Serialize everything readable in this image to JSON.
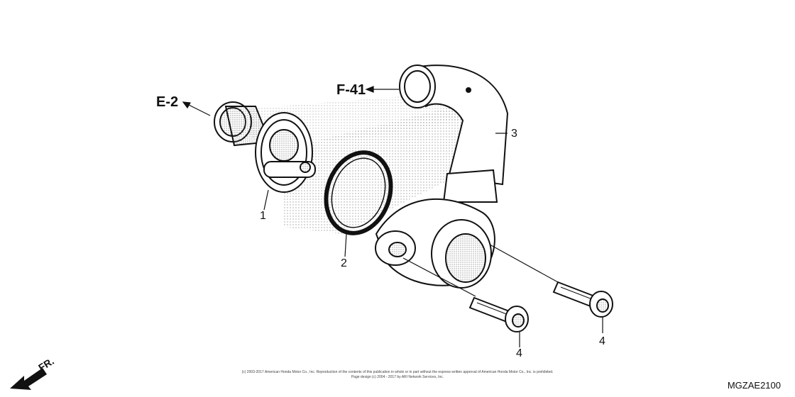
{
  "diagram": {
    "ref_e2": "E-2",
    "ref_f41": "F-41",
    "fr_label": "FR.",
    "callouts": {
      "thermostat": "1",
      "o_ring": "2",
      "hose": "3",
      "bolt_a": "4",
      "bolt_b": "4"
    },
    "copyright_line1": "(c) 2003-2017 American Honda Motor Co., Inc. Reproduction of the contents of this publication in whole or in part without the express written approval of American Honda Motor Co., Inc. is prohibited.",
    "copyright_line2": "Page design (c) 2004 - 2017 by ARI Network Services, Inc.",
    "diagram_code": "MGZAE2100"
  }
}
